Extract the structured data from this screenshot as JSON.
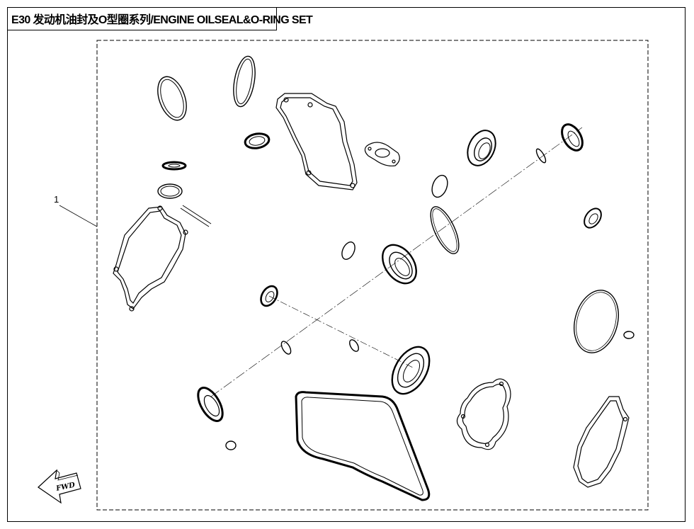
{
  "title": "E30 发动机油封及O型圈系列/ENGINE OILSEAL&O-RING SET",
  "callout": "1",
  "fwd_label": "FWD",
  "parts": [
    "o-ring-large-top-left",
    "o-ring-tall-top",
    "gasket-cover-top",
    "oil-seal-small-top",
    "gasket-plate-small",
    "oil-seal-top-right-1",
    "oil-seal-top-right-2",
    "washer-small-left",
    "o-ring-small-left",
    "spring-clip",
    "gasket-cover-left",
    "o-ring-medium-center",
    "o-ring-oval-center",
    "o-ring-small-center",
    "oil-seal-center",
    "oil-seal-small-right",
    "oil-seal-left-small",
    "o-ring-tiny-1",
    "o-ring-tiny-2",
    "oil-seal-bottom-center",
    "o-ring-large-right",
    "o-ring-tiny-right",
    "oil-seal-bottom-left",
    "o-ring-tiny-bottom",
    "gasket-large-bottom",
    "gasket-round-flange",
    "gasket-cover-bottom-right"
  ]
}
